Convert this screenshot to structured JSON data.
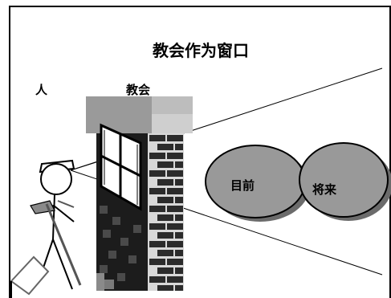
{
  "slide": {
    "title": "教会作为窗口",
    "label_person": "人",
    "label_church": "教会",
    "label_present": "目前",
    "label_future": "将来"
  },
  "colors": {
    "slide_border": "#000000",
    "circle_fill": "#999999",
    "circle_shadow": "#6b6b6b",
    "chimney_cap_dark": "#9a9a9a",
    "chimney_cap_light": "#cfcfcf",
    "wall_dark": "#1c1c1c",
    "wall_mid": "#3a3a3a",
    "brick_fill": "#2b2b2b",
    "mortar": "#d8d8d8"
  },
  "icons": {
    "person": "stick-figure-with-headband",
    "tool": "broom-or-shovel",
    "window": "four-pane-window"
  }
}
